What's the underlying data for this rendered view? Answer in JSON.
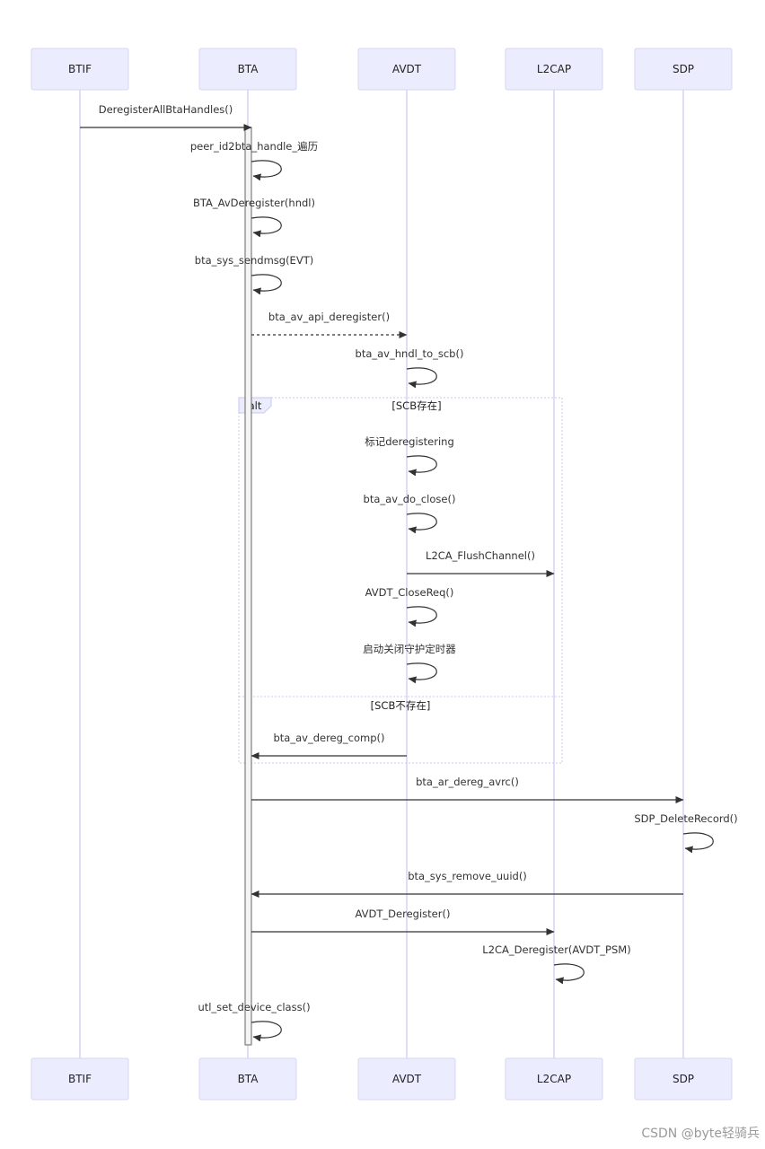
{
  "participants": [
    "BTIF",
    "BTA",
    "AVDT",
    "L2CAP",
    "SDP"
  ],
  "messages": [
    {
      "label": "DeregisterAllBtaHandles()",
      "from": "BTIF",
      "to": "BTA",
      "style": "solid"
    },
    {
      "label": "peer_id2bta_handle_遍历",
      "from": "BTA",
      "to": "BTA",
      "style": "self"
    },
    {
      "label": "BTA_AvDeregister(hndl)",
      "from": "BTA",
      "to": "BTA",
      "style": "self"
    },
    {
      "label": "bta_sys_sendmsg(EVT)",
      "from": "BTA",
      "to": "BTA",
      "style": "self"
    },
    {
      "label": "bta_av_api_deregister()",
      "from": "BTA",
      "to": "AVDT",
      "style": "dotted"
    },
    {
      "label": "bta_av_hndl_to_scb()",
      "from": "AVDT",
      "to": "AVDT",
      "style": "self"
    },
    {
      "label": "标记deregistering",
      "from": "AVDT",
      "to": "AVDT",
      "style": "self"
    },
    {
      "label": "bta_av_do_close()",
      "from": "AVDT",
      "to": "AVDT",
      "style": "self"
    },
    {
      "label": "L2CA_FlushChannel()",
      "from": "AVDT",
      "to": "L2CAP",
      "style": "solid"
    },
    {
      "label": "AVDT_CloseReq()",
      "from": "AVDT",
      "to": "AVDT",
      "style": "self"
    },
    {
      "label": "启动关闭守护定时器",
      "from": "AVDT",
      "to": "AVDT",
      "style": "self"
    },
    {
      "label": "bta_av_dereg_comp()",
      "from": "AVDT",
      "to": "BTA",
      "style": "solid"
    },
    {
      "label": "bta_ar_dereg_avrc()",
      "from": "BTA",
      "to": "SDP",
      "style": "solid"
    },
    {
      "label": "SDP_DeleteRecord()",
      "from": "SDP",
      "to": "SDP",
      "style": "self"
    },
    {
      "label": "bta_sys_remove_uuid()",
      "from": "SDP",
      "to": "BTA",
      "style": "solid"
    },
    {
      "label": "AVDT_Deregister()",
      "from": "BTA",
      "to": "L2CAP",
      "style": "solid"
    },
    {
      "label": "L2CA_Deregister(AVDT_PSM)",
      "from": "L2CAP",
      "to": "L2CAP",
      "style": "self"
    },
    {
      "label": "utl_set_device_class()",
      "from": "BTA",
      "to": "BTA",
      "style": "self"
    }
  ],
  "alt_frame": {
    "keyword": "alt",
    "section1": "[SCB存在]",
    "section2": "[SCB不存在]"
  },
  "colors": {
    "actor_fill": "#ececff",
    "lifeline": "#c9c9f2",
    "arrow": "#333333"
  },
  "watermark": "CSDN @byte轻骑兵"
}
